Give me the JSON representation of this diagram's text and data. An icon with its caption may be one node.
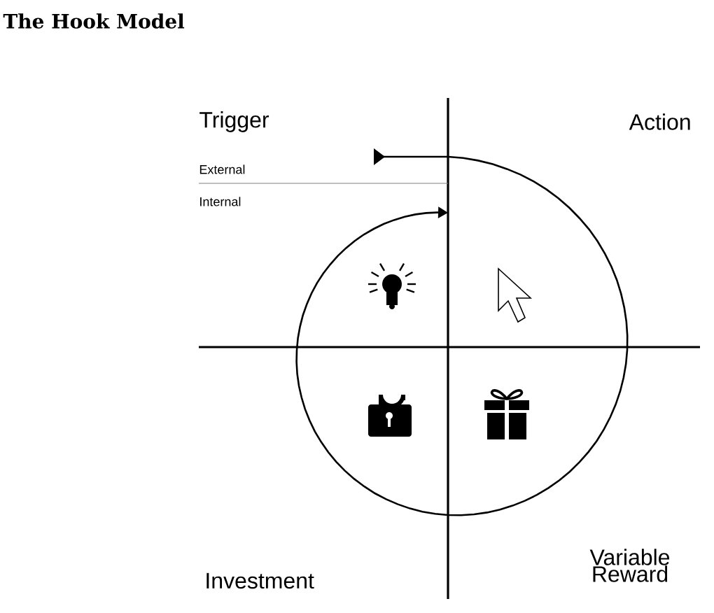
{
  "diagram": {
    "title": "The Hook Model",
    "labels": [
      "Trigger",
      "Action",
      "External",
      "Internal",
      "Variable Reward",
      "Investment"
    ]
  }
}
